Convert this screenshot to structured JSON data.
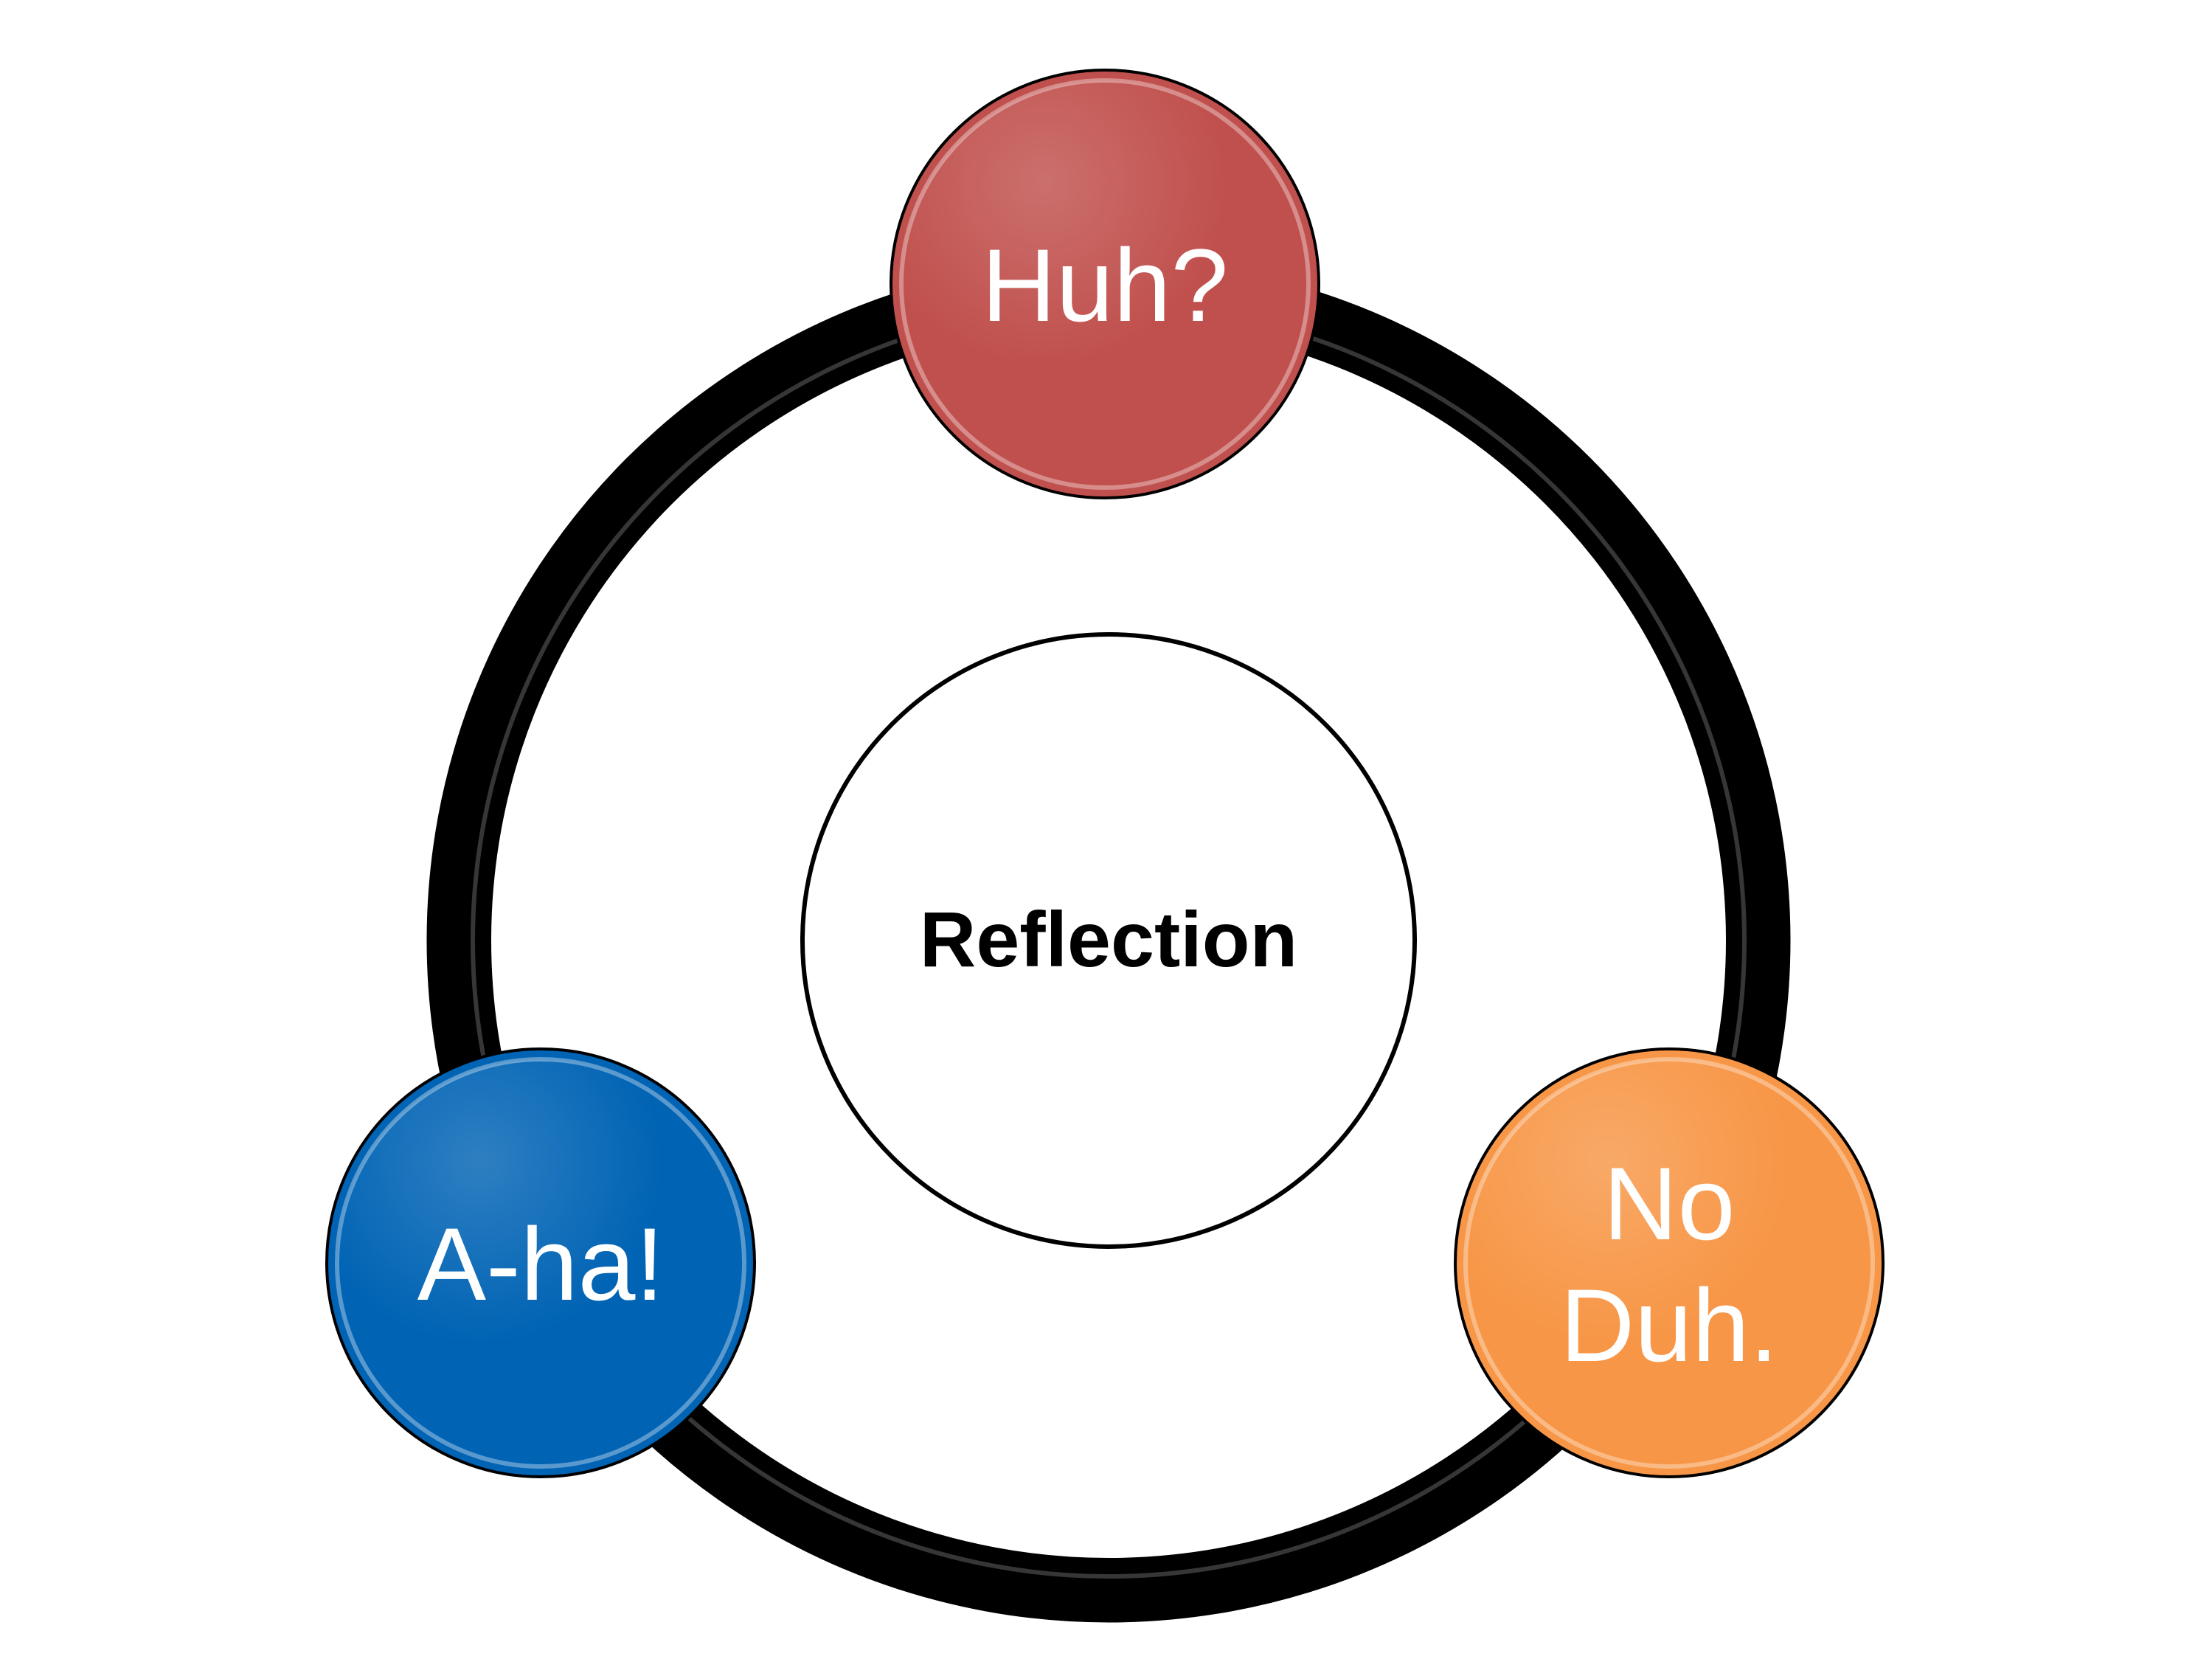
{
  "diagram": {
    "center": {
      "label": "Reflection",
      "fill": "#ffffff",
      "text_color": "#000000"
    },
    "nodes": [
      {
        "id": "huh",
        "lines": [
          "Huh?"
        ],
        "fill": "#C0504D",
        "text_color": "#ffffff"
      },
      {
        "id": "no-duh",
        "lines": [
          "No",
          "Duh."
        ],
        "fill": "#F79646",
        "text_color": "#ffffff"
      },
      {
        "id": "a-ha",
        "lines": [
          "A-ha!"
        ],
        "fill": "#0063B4",
        "text_color": "#ffffff"
      }
    ],
    "ring_color": "#000000"
  }
}
